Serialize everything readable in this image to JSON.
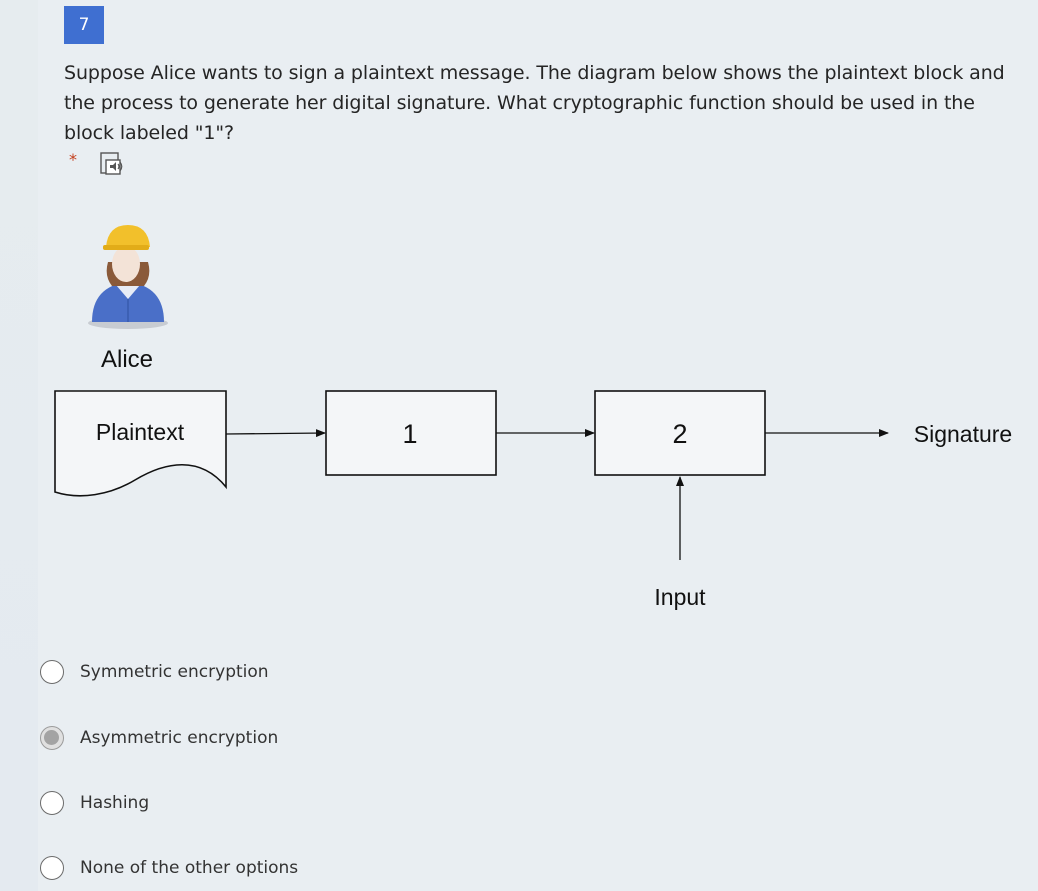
{
  "question": {
    "number": "7",
    "text": "Suppose Alice wants to sign a plaintext message. The diagram below shows the plaintext block and the process to generate her digital signature. What cryptographic function should be used in the block labeled \"1\"?",
    "required_mark": "*"
  },
  "diagram": {
    "person_label": "Alice",
    "plaintext_label": "Plaintext",
    "block1_label": "1",
    "block2_label": "2",
    "input_label": "Input",
    "output_label": "Signature"
  },
  "options": [
    {
      "label": "Symmetric encryption",
      "selected": false
    },
    {
      "label": "Asymmetric encryption",
      "selected": true
    },
    {
      "label": "Hashing",
      "selected": false
    },
    {
      "label": "None of the other options",
      "selected": false
    }
  ],
  "colors": {
    "question_badge": "#3f6fd1",
    "required": "#c43e1c",
    "avatar_shirt": "#4a6fc8",
    "avatar_helmet": "#f2c02b"
  },
  "icons": {
    "read_aloud": "speaker-icon",
    "avatar": "alice-avatar-icon"
  }
}
